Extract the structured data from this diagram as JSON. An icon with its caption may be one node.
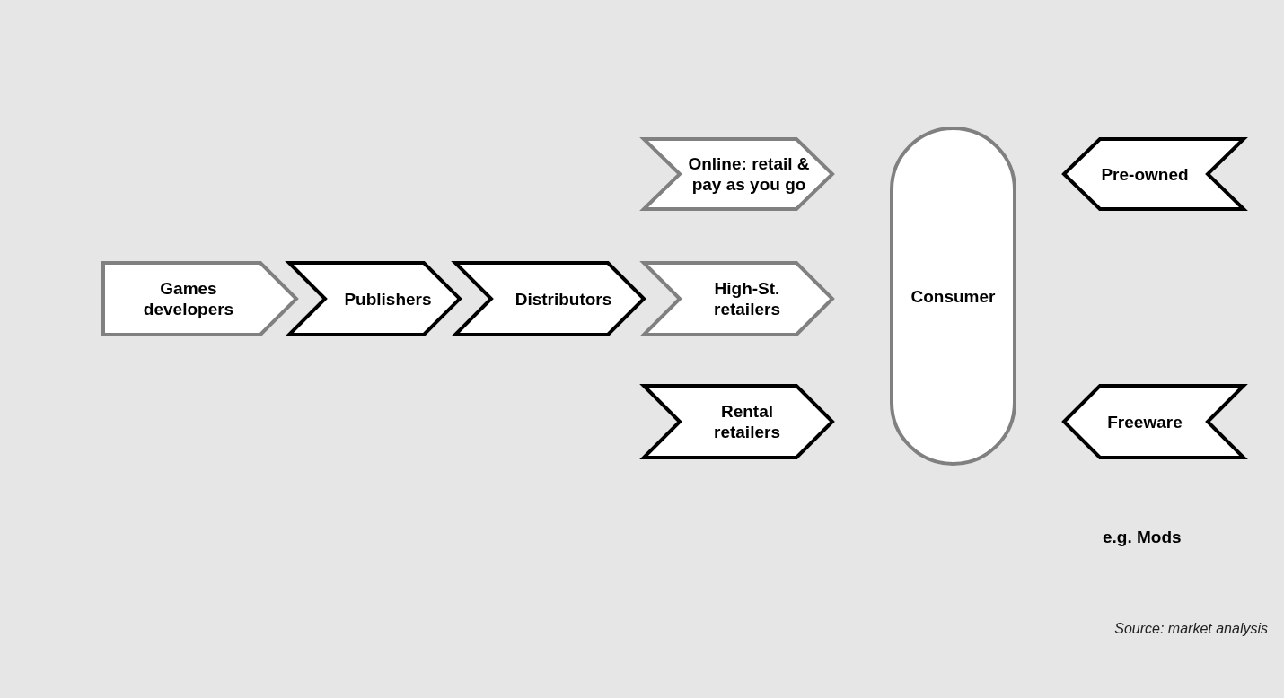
{
  "diagram": {
    "nodes": [
      {
        "text": [
          "Games developers"
        ]
      },
      {
        "text": [
          "Publishers"
        ]
      },
      {
        "text": [
          "Distributors"
        ]
      },
      {
        "text": [
          "Online: retail & pay as you go"
        ]
      },
      {
        "text": [
          "High-St. retailers"
        ]
      },
      {
        "text": [
          "Rental retailers"
        ]
      },
      {
        "text": [
          "Consumer"
        ]
      },
      {
        "text": [
          "Pre-owned"
        ]
      },
      {
        "text": [
          "Freeware"
        ]
      }
    ],
    "edges": [],
    "labels": [
      "e.g. Mods",
      "Source: market analysis"
    ]
  }
}
